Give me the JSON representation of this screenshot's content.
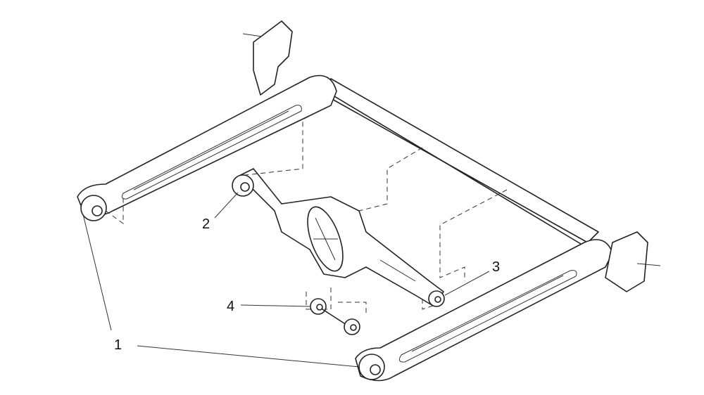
{
  "diagram": {
    "callouts": [
      {
        "number": "1",
        "part": "trailing-arm-bushing"
      },
      {
        "number": "2",
        "part": "differential-mount-bushing-front"
      },
      {
        "number": "3",
        "part": "differential-mount-bushing-rear"
      },
      {
        "number": "4",
        "part": "link-bushing"
      }
    ]
  }
}
